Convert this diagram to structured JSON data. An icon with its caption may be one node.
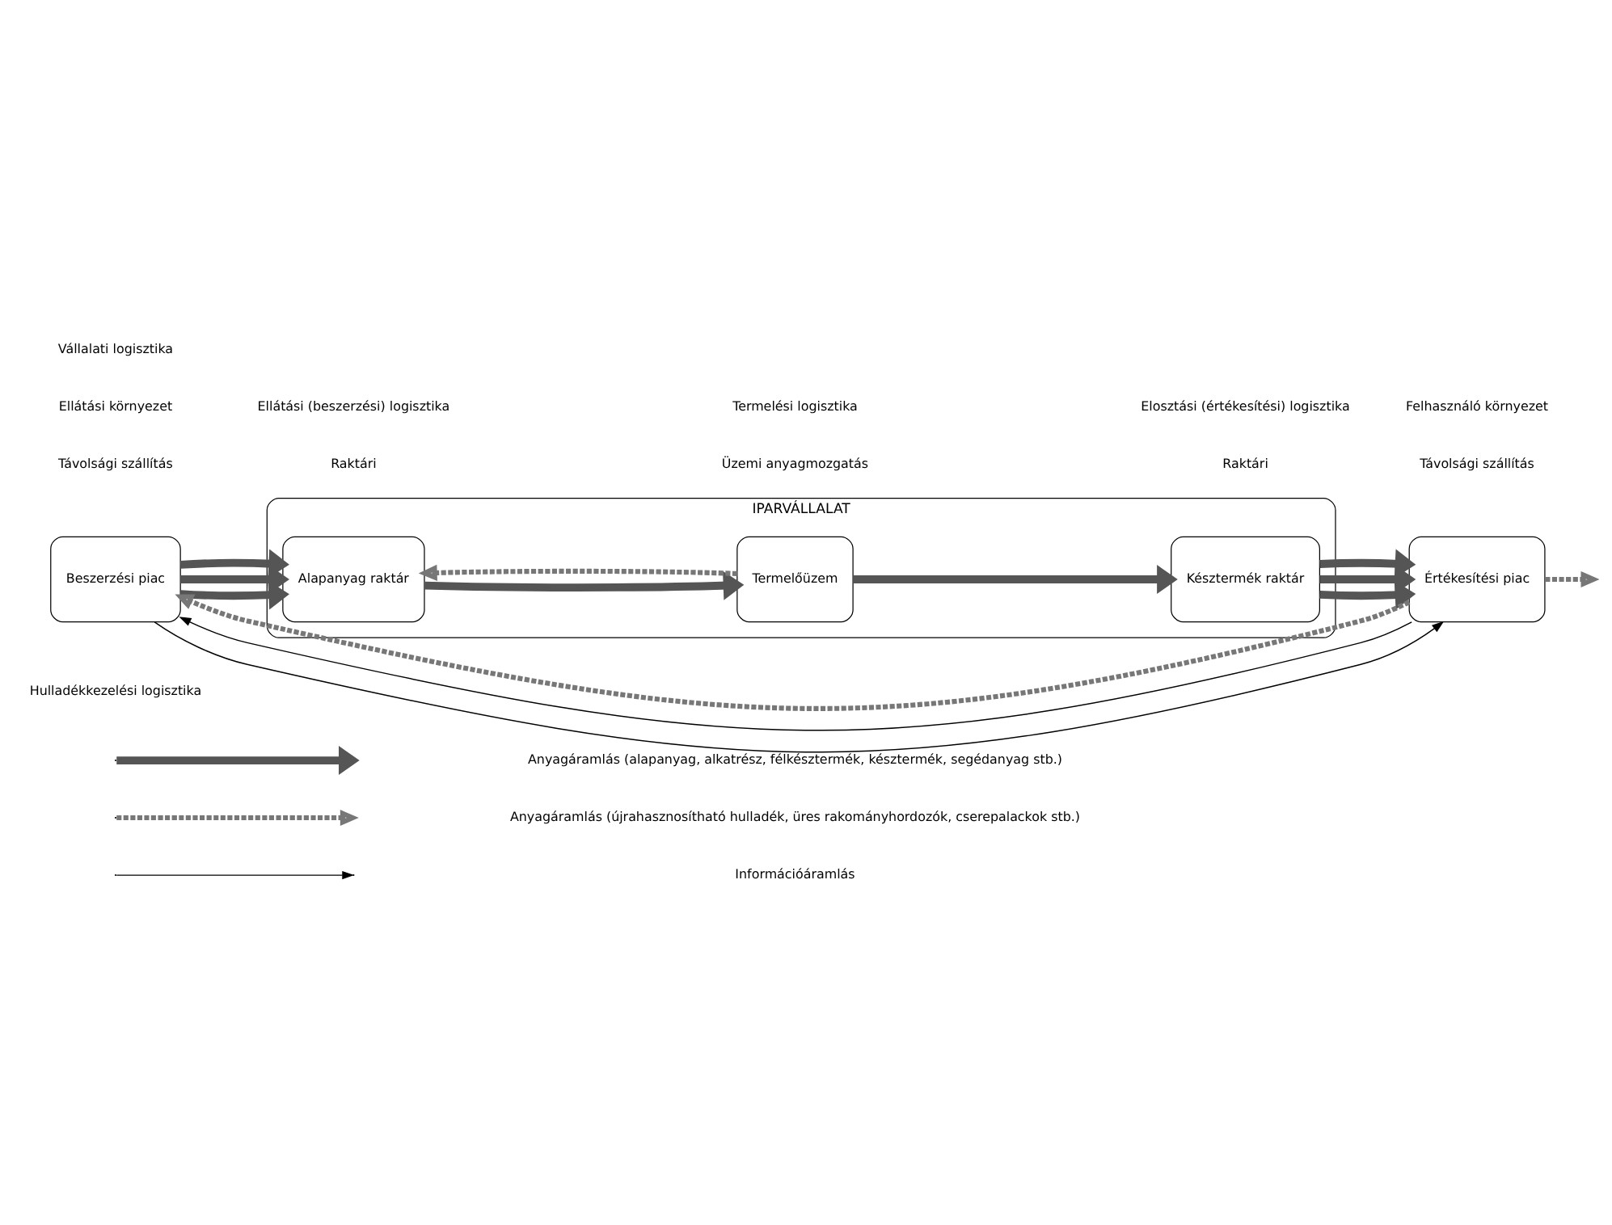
{
  "diagram": {
    "nodes": [
      {
        "text": [
          "Beszerzési piac"
        ]
      },
      {
        "text": [
          "IPARVÁLLALAT"
        ]
      },
      {
        "text": [
          "Alapanyag raktár"
        ],
        "in": 1
      },
      {
        "text": [
          "Termelőüzem"
        ],
        "in": 1
      },
      {
        "text": [
          "Késztermék raktár"
        ],
        "in": 1
      },
      {
        "text": [
          "Értékesítési piac"
        ]
      }
    ],
    "edges": [
      {
        "from": 0,
        "to": 2,
        "arrow": "to"
      },
      {
        "from": 0,
        "to": 2,
        "arrow": "to"
      },
      {
        "from": 0,
        "to": 2,
        "arrow": "to"
      },
      {
        "from": 2,
        "to": 3,
        "arrow": "to"
      },
      {
        "from": 3,
        "to": 4,
        "arrow": "to"
      },
      {
        "from": 4,
        "to": 5,
        "arrow": "to"
      },
      {
        "from": 4,
        "to": 5,
        "arrow": "to"
      },
      {
        "from": 4,
        "to": 5,
        "arrow": "to"
      },
      {
        "from": 5,
        "to": 0,
        "arrow": "to",
        "color": "#000000"
      },
      {
        "from": 0,
        "to": 5,
        "arrow": "to",
        "color": "#000000"
      },
      {
        "from": 5,
        "to": 0,
        "arrow": "to",
        "style": "dashed"
      },
      {
        "from": 3,
        "to": 2,
        "arrow": "to",
        "style": "dashed"
      },
      {
        "from": 5,
        "to": null,
        "arrow": "to",
        "style": "dashed"
      }
    ],
    "labels": [
      "Vállalati logisztika",
      "Ellátási környezet",
      "Ellátási (beszerzési) logisztika",
      "Termelési logisztika",
      "Elosztási (értékesítési) logisztika",
      "Felhasználó környezet",
      "Távolsági szállítás",
      "Raktári",
      "Üzemi anyagmozgatás",
      "Raktári",
      "Távolsági szállítás",
      "Hulladékkezelési logisztika"
    ],
    "legend": [
      {
        "text": "Anyagáramlás (alapanyag, alkatrész, félkésztermék, késztermék, segédanyag stb.)"
      },
      {
        "text": "Anyagáramlás (újrahasznosítható hulladék, üres rakományhordozók, cserepalackok stb.)"
      },
      {
        "text": "Információáramlás"
      }
    ]
  }
}
